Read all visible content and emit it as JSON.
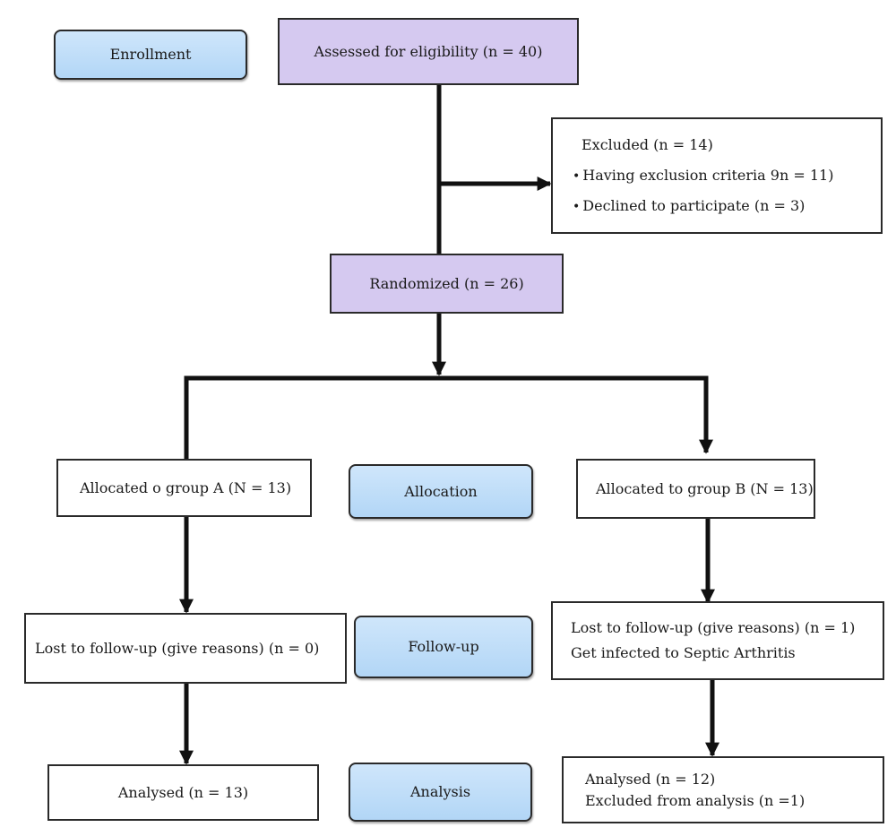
{
  "stages": {
    "enrollment": "Enrollment",
    "allocation": "Allocation",
    "follow_up": "Follow-up",
    "analysis": "Analysis"
  },
  "eligibility": "Assessed for eligibility (n = 40)",
  "excluded": {
    "title": "Excluded (n = 14)",
    "items": [
      "Having exclusion criteria 9n = 11)",
      "Declined to participate (n = 3)"
    ]
  },
  "randomized": "Randomized (n = 26)",
  "group_a": {
    "allocated": "Allocated o group A (N = 13)",
    "lost": "Lost to follow-up (give reasons) (n = 0)",
    "analysed": "Analysed (n = 13)"
  },
  "group_b": {
    "allocated": "Allocated to group B (N = 13)",
    "lost": [
      "Lost to follow-up (give reasons) (n = 1)",
      "Get infected to Septic Arthritis"
    ],
    "analysed": [
      "Analysed (n = 12)",
      "Excluded from analysis (n =1)"
    ]
  },
  "colors": {
    "process_box": "#d5c9f0",
    "stage_label": "#b2d6f6",
    "line": "#111111"
  }
}
